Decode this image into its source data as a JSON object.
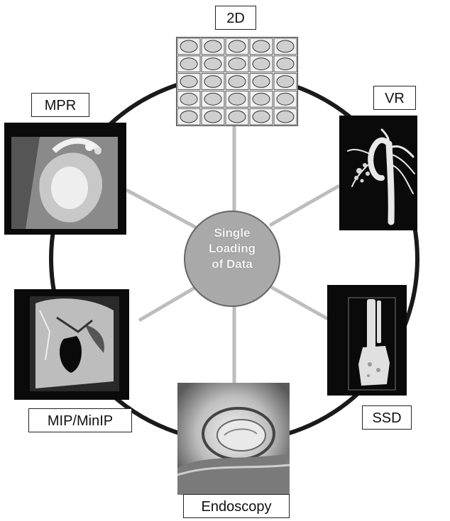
{
  "hub": {
    "lines": [
      "Single",
      "Loading",
      "of Data"
    ]
  },
  "modes": {
    "top": "2D",
    "top_right": "VR",
    "right": "SSD",
    "bottom": "Endoscopy",
    "left": "MIP/MinIP",
    "top_left": "MPR"
  },
  "colors": {
    "ring": "#1a1a1a",
    "spoke": "#b8b8b8",
    "hub_fill": "#a9a9a9",
    "hub_text": "#f4f4f4",
    "dark_image": "#0a0a0a"
  }
}
